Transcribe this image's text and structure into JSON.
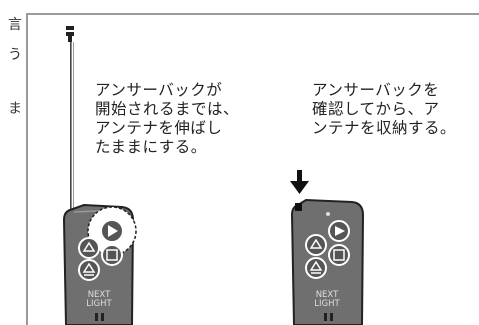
{
  "left_fragments": [
    "言",
    "う",
    "ま"
  ],
  "captions": {
    "left": "アンサーバックが\n開始されるまでは、\nアンテナを伸ばし\nたままにする。",
    "right": "アンサーバックを\n確認してから、ア\nンテナを収納する。"
  },
  "remote_left": {
    "brand_line1": "NEXT",
    "brand_line2": "LIGHT"
  },
  "remote_right": {
    "brand_line1": "NEXT",
    "brand_line2": "LIGHT"
  }
}
